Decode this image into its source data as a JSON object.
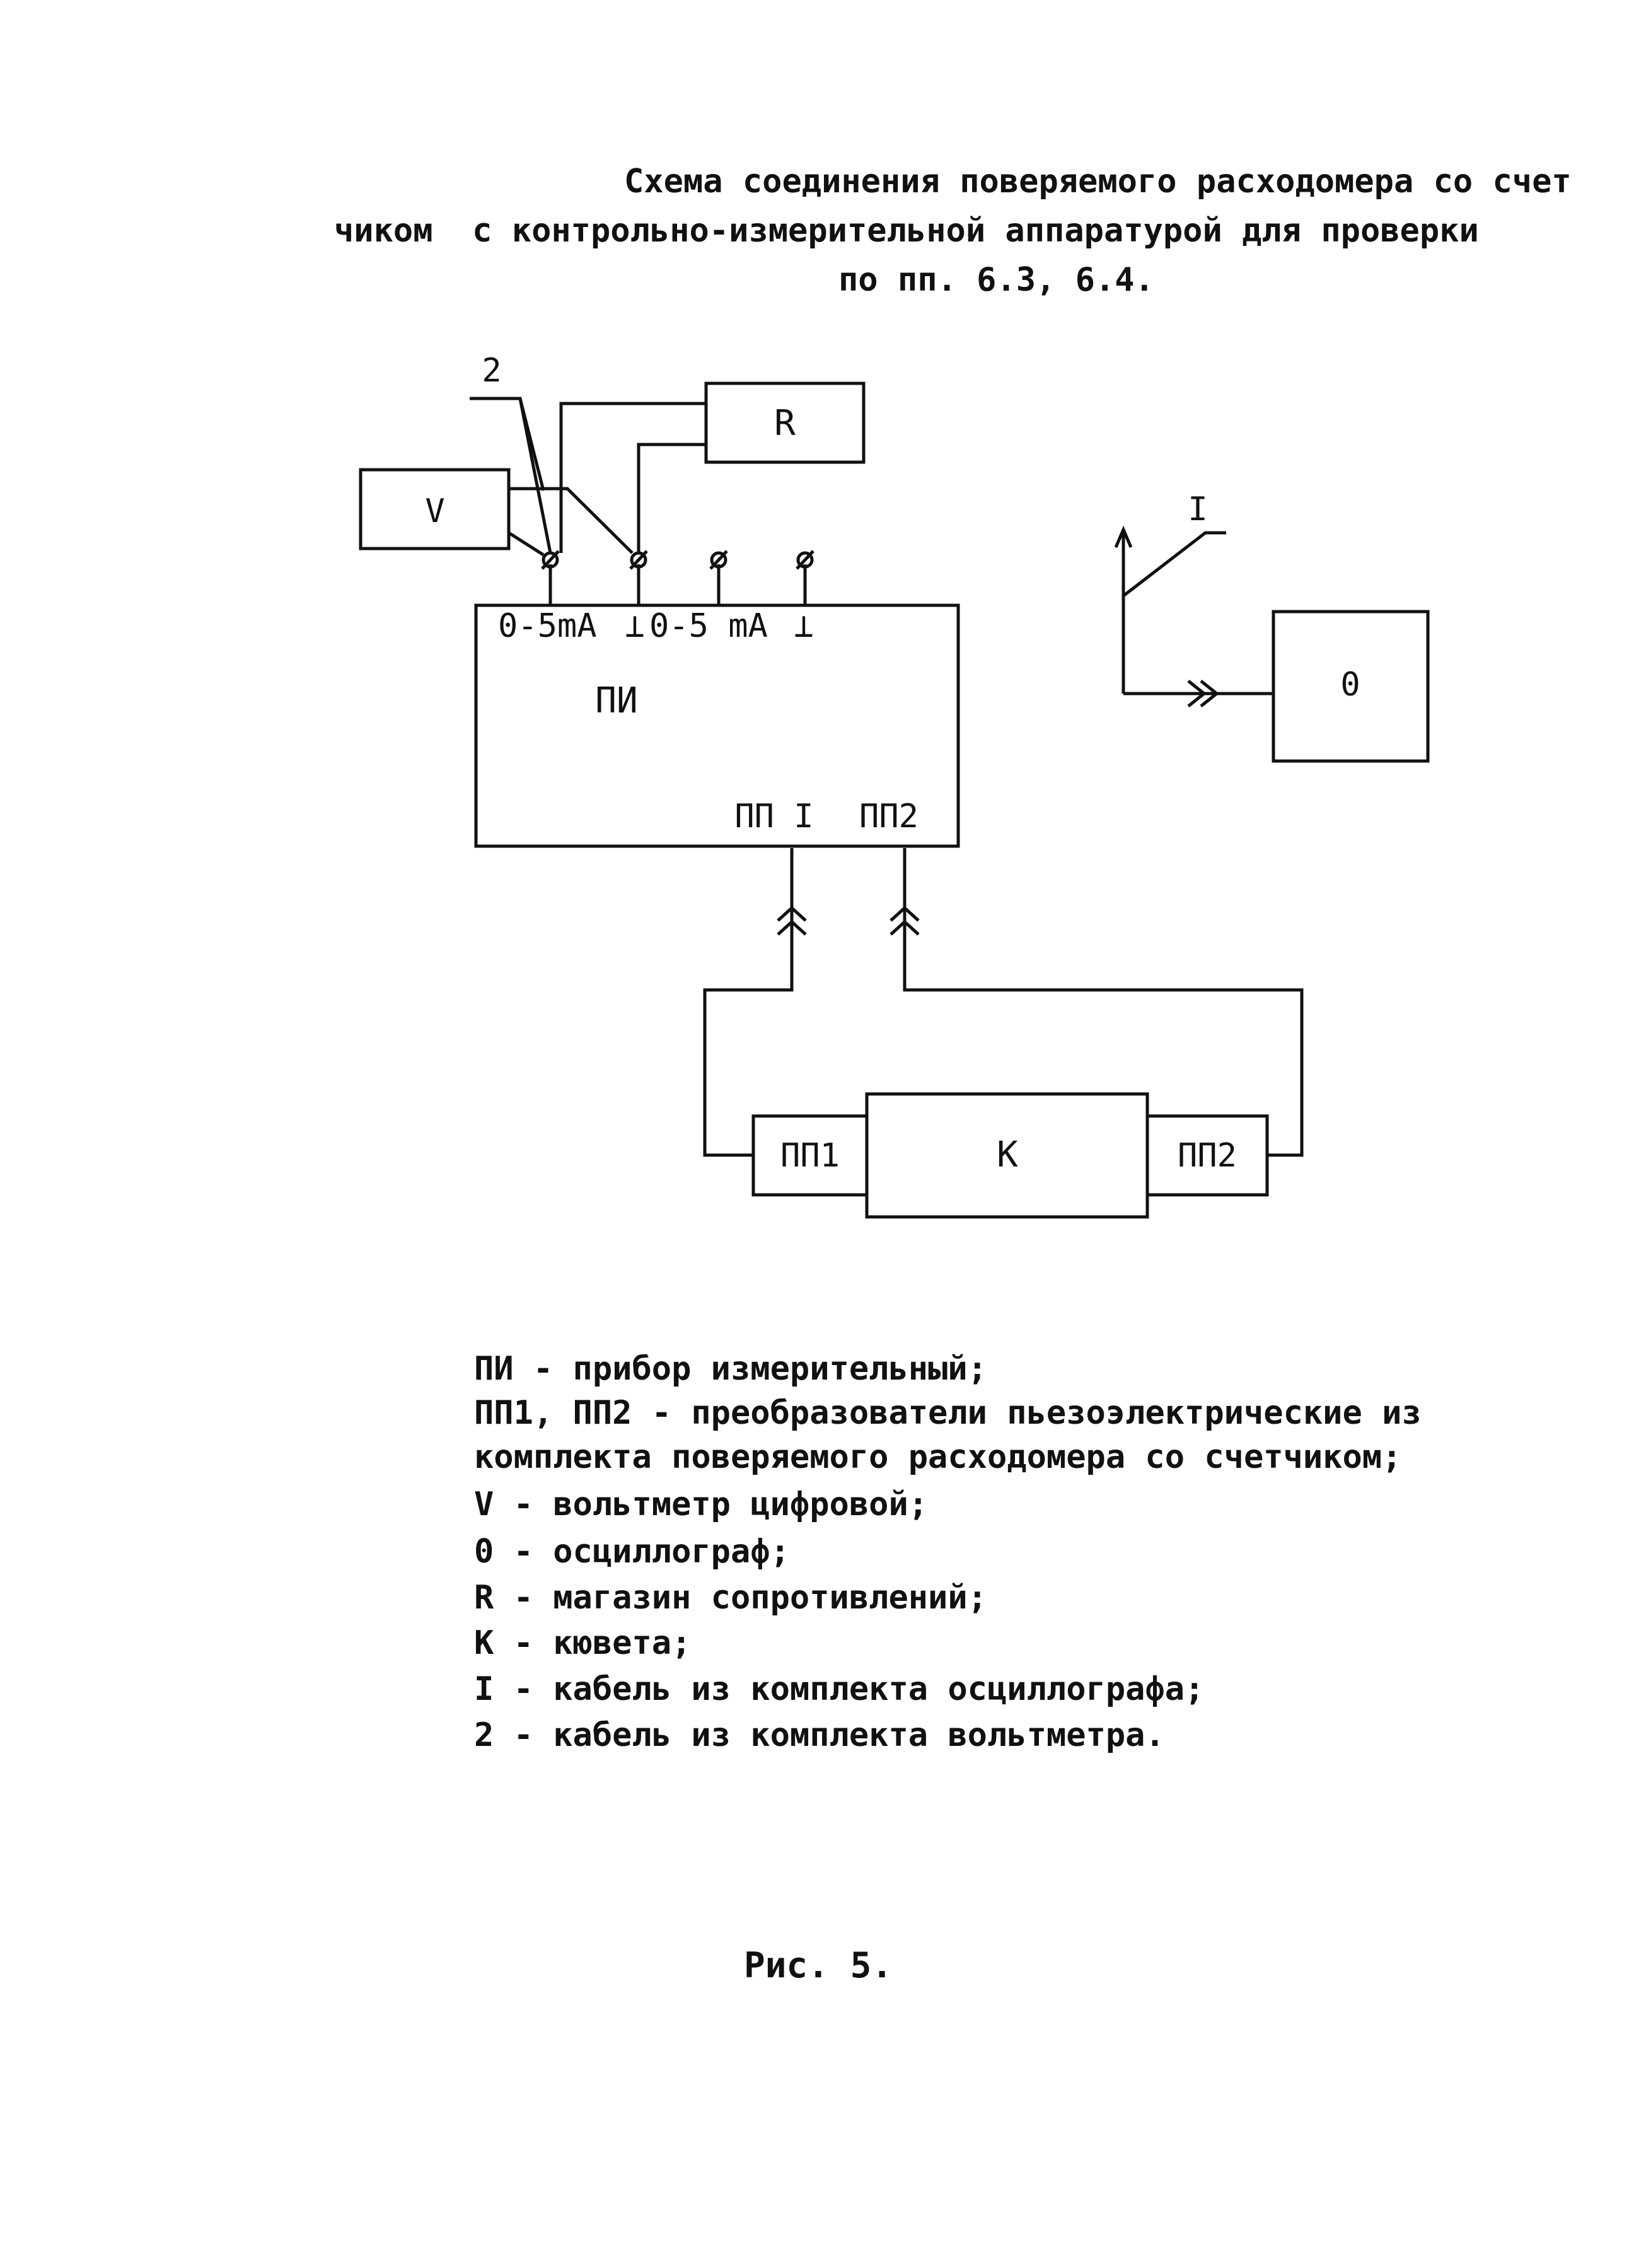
{
  "title": {
    "line1": "Схема соединения поверяемого расходомера со счет",
    "line2": "чиком  с контрольно-измерительной аппаратурой для проверки",
    "line3": "по пп. 6.3, 6.4."
  },
  "diagram": {
    "blocks": {
      "R": "R",
      "V": "V",
      "PI": "ПИ",
      "O": "0",
      "K": "К",
      "PP1": "ПП1",
      "PP2": "ПП2"
    },
    "terminals": {
      "range1": "0-5mA",
      "ground1": "⊥",
      "range2": "0-5 mA",
      "ground2": "⊥"
    },
    "ports": {
      "pp1": "ПП I",
      "pp2": "ПП2"
    },
    "cable_labels": {
      "cable2": "2",
      "cable1": "I"
    }
  },
  "legend": [
    "ПИ - прибор измерительный;",
    "ПП1, ПП2 - преобразователи пьезоэлектрические из",
    "комплекта поверяемого расходомера со счетчиком;",
    "V - вольтметр цифровой;",
    "0 - осциллограф;",
    "R - магазин сопротивлений;",
    "К - кювета;",
    "I - кабель из комплекта осциллографа;",
    "2 - кабель из комплекта вольтметра."
  ],
  "caption": "Рис. 5."
}
